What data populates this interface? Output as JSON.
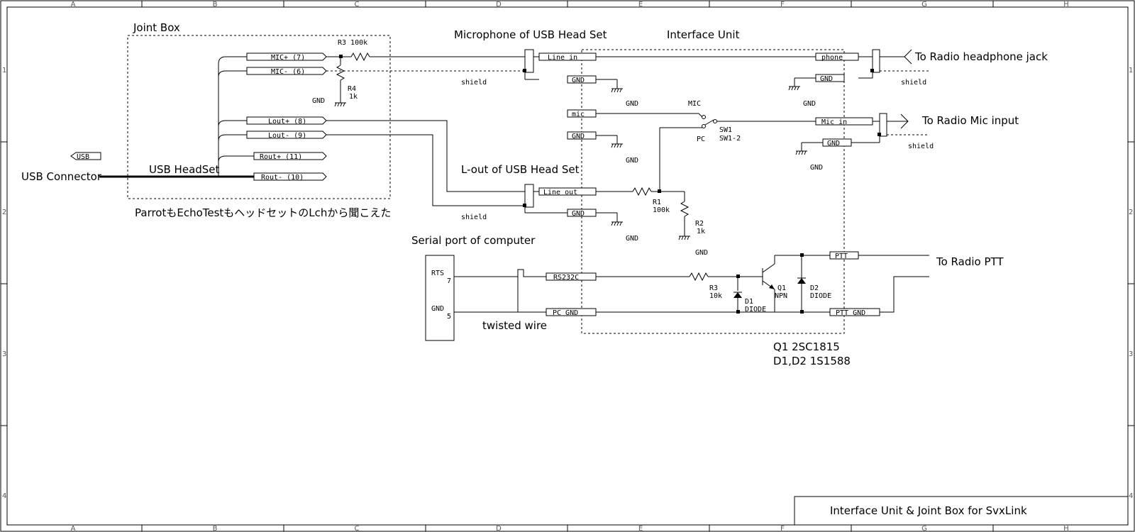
{
  "grid": {
    "cols": [
      "A",
      "B",
      "C",
      "D",
      "E",
      "F",
      "G",
      "H"
    ],
    "rows": [
      "1",
      "2",
      "3",
      "4"
    ]
  },
  "title_block": "Interface Unit & Joint Box for SvxLink",
  "labels": {
    "joint_box": "Joint Box",
    "usb_flag": "USB",
    "usb_connector": "USB Connector",
    "usb_headset": "USB HeadSet",
    "note_jp": "ParrotもEchoTestもヘッドセットのLchから聞こえた",
    "mic_usb": "Microphone of USB Head Set",
    "interface_unit": "Interface Unit",
    "lout_usb": "L-out of USB Head Set",
    "serial_port": "Serial port of computer",
    "twisted_wire": "twisted wire",
    "to_headphone": "To Radio headphone jack",
    "to_mic": "To Radio Mic input",
    "to_ptt": "To Radio PTT",
    "shield": "shield",
    "gnd": "GND",
    "mic": "MIC",
    "pc": "PC",
    "sw1": "SW1",
    "sw1_2": "SW1-2",
    "r3_top": "R3 100k",
    "r4": "R4",
    "r4_val": "1k",
    "r1": "R1",
    "r1_val": "100k",
    "r2": "R2",
    "r2_val": "1k",
    "r3_bot": "R3",
    "r3_bot_val": "10k",
    "d1": "D1",
    "d1_type": "DIODE",
    "d2": "D2",
    "d2_type": "DIODE",
    "q1": "Q1",
    "q1_type": "NPN",
    "rts": "RTS",
    "pin7": "7",
    "gnd_pin": "GND",
    "pin5": "5",
    "parts_q1": "Q1 2SC1815",
    "parts_d": "D1,D2 1S1588"
  },
  "nets": {
    "mic_plus": "MIC+ (7)",
    "mic_minus": "MIC- (6)",
    "lout_plus": "Lout+ (8)",
    "lout_minus": "Lout- (9)",
    "rout_plus": "Rout+ (11)",
    "rout_minus": "Rout- (10)",
    "line_in": "Line in",
    "gnd": "GND",
    "mic": "mic",
    "line_out": "Line out",
    "rs232c": "RS232C",
    "pc_gnd": "PC GND",
    "phone": "phone",
    "mic_in": "Mic in",
    "ptt": "PTT",
    "ptt_gnd": "PTT GND"
  }
}
